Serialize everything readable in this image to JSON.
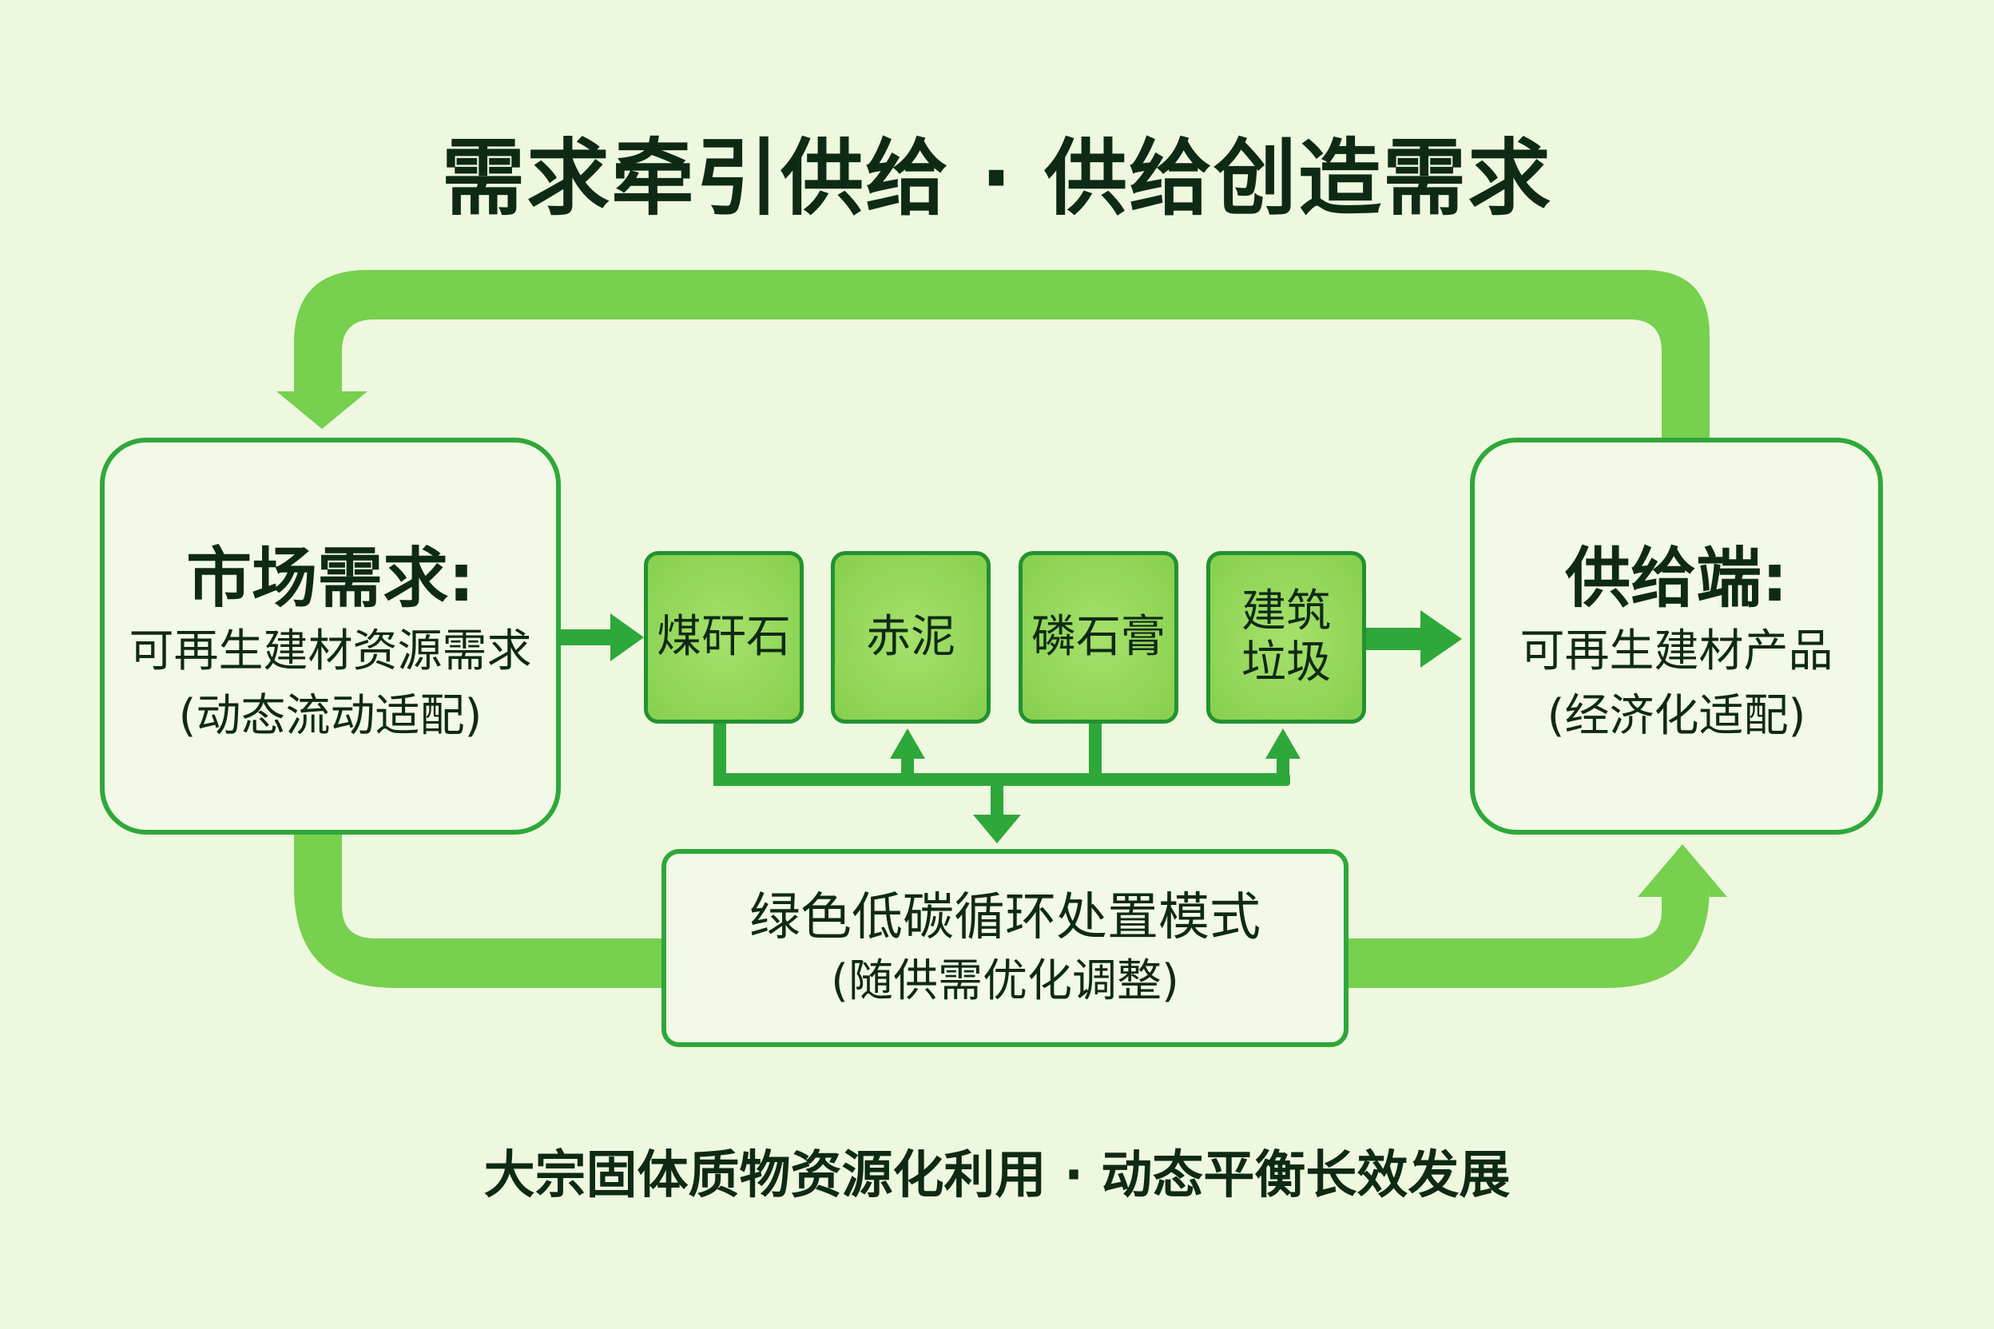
{
  "title": "需求牵引供给 · 供给创造需求",
  "demand_box": {
    "heading": "市场需求:",
    "line1": "可再生建材资源需求",
    "line2": "(动态流动适配)"
  },
  "supply_box": {
    "heading": "供给端:",
    "line1": "可再生建材产品",
    "line2": "(经济化适配)"
  },
  "materials": [
    {
      "label": "煤矸石"
    },
    {
      "label": "赤泥"
    },
    {
      "label": "磷石膏"
    },
    {
      "label": "建筑垃圾",
      "line1": "建筑",
      "line2": "垃圾"
    }
  ],
  "process_box": {
    "heading": "绿色低碳循环处置模式",
    "sub": "(随供需优化调整)"
  },
  "footer": "大宗固体质物资源化利用 · 动态平衡长效发展",
  "colors": {
    "background": "#eef8df",
    "loop_arrow": "#77d04e",
    "connector": "#2ea83a",
    "box_border": "#2ea83a",
    "material_fill": "#92d65a",
    "text": "#0f2a14"
  }
}
